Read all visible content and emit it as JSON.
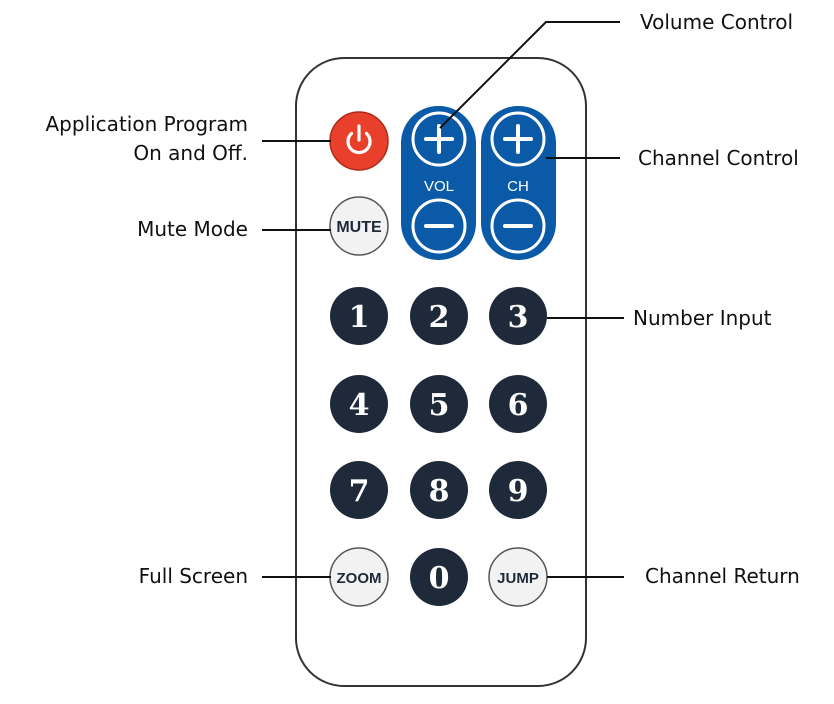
{
  "labels": {
    "power": [
      "Application Program",
      "On and Off."
    ],
    "volume": "Volume Control",
    "channel": "Channel Control",
    "mute": "Mute Mode",
    "number": "Number Input",
    "fullscreen": "Full Screen",
    "channel_return": "Channel Return"
  },
  "remote": {
    "vol_label": "VOL",
    "ch_label": "CH",
    "mute_key": "MUTE",
    "zoom_key": "ZOOM",
    "jump_key": "JUMP",
    "number_keys": [
      "1",
      "2",
      "3",
      "4",
      "5",
      "6",
      "7",
      "8",
      "9",
      "0"
    ],
    "icons": {
      "power": "power-icon",
      "plus": "plus-icon",
      "minus": "minus-icon"
    }
  },
  "colors": {
    "power_button": "#e8402a",
    "rocker": "#0a5aa8",
    "number_key": "#1e2a3a",
    "round_key": "#f2f2f2",
    "body_outline": "#333333"
  }
}
